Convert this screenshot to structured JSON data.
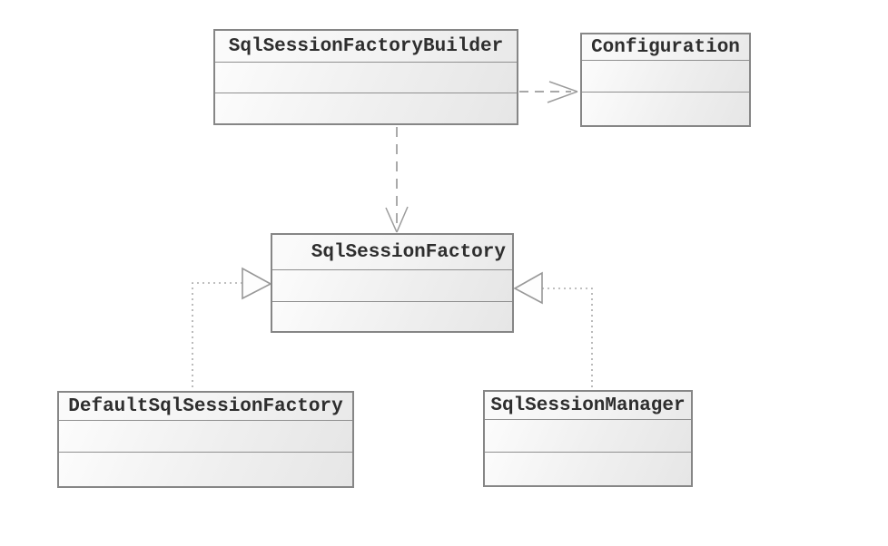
{
  "diagram": {
    "type": "uml-class-diagram",
    "classes": [
      {
        "id": "builder",
        "name": "SqlSessionFactoryBuilder",
        "compartments": [
          "",
          ""
        ]
      },
      {
        "id": "configuration",
        "name": "Configuration",
        "compartments": [
          "",
          ""
        ]
      },
      {
        "id": "factory",
        "name": "SqlSessionFactory",
        "compartments": [
          "",
          ""
        ]
      },
      {
        "id": "default-factory",
        "name": "DefaultSqlSessionFactory",
        "compartments": [
          "",
          ""
        ]
      },
      {
        "id": "manager",
        "name": "SqlSessionManager",
        "compartments": [
          "",
          ""
        ]
      }
    ],
    "relationships": [
      {
        "from": "SqlSessionFactoryBuilder",
        "to": "Configuration",
        "type": "dependency",
        "line": "dashed",
        "arrowhead": "open-arrow"
      },
      {
        "from": "SqlSessionFactoryBuilder",
        "to": "SqlSessionFactory",
        "type": "dependency",
        "line": "dashed",
        "arrowhead": "open-arrow"
      },
      {
        "from": "DefaultSqlSessionFactory",
        "to": "SqlSessionFactory",
        "type": "realization",
        "line": "dotted",
        "arrowhead": "hollow-triangle"
      },
      {
        "from": "SqlSessionManager",
        "to": "SqlSessionFactory",
        "type": "realization",
        "line": "dotted",
        "arrowhead": "hollow-triangle"
      }
    ],
    "colors": {
      "background": "#ffffff",
      "box_border": "#868686",
      "box_fill_light": "#fbfbfb",
      "box_fill_dark": "#e6e6e6",
      "divider": "#8f8f8f",
      "dash_line": "#9c9c9c",
      "dot_line": "#aaaaaa",
      "triangle_fill": "#fdfdfd",
      "text": "#2e2e2e"
    }
  }
}
